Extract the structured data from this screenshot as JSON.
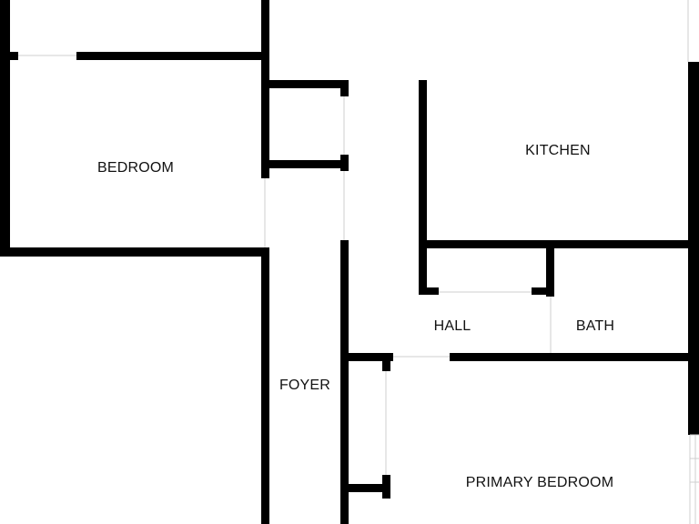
{
  "colors": {
    "wall": "#000000",
    "background": "#ffffff",
    "opening": "#cfcfcf",
    "label": "#111111"
  },
  "rooms": [
    {
      "id": "bedroom",
      "label": "BEDROOM"
    },
    {
      "id": "kitchen",
      "label": "KITCHEN"
    },
    {
      "id": "hall",
      "label": "HALL"
    },
    {
      "id": "bath",
      "label": "BATH"
    },
    {
      "id": "foyer",
      "label": "FOYER"
    },
    {
      "id": "primary-bedroom",
      "label": "PRIMARY BEDROOM"
    }
  ]
}
